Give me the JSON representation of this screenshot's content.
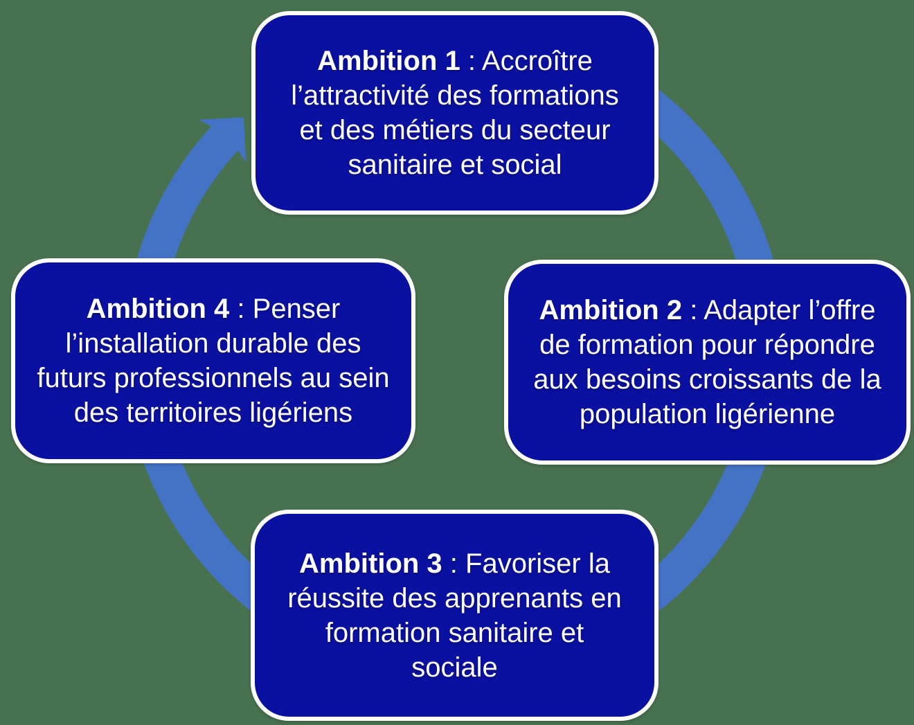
{
  "diagram": {
    "type": "cycle",
    "direction": "clockwise",
    "boxes": [
      {
        "id": 1,
        "bold": "Ambition 1",
        "rest": " : Accroître\nl’attractivité des formations\net des métiers du secteur\nsanitaire et social"
      },
      {
        "id": 2,
        "bold": "Ambition 2",
        "rest": " : Adapter l’offre\nde formation pour répondre\naux besoins croissants de la\npopulation ligérienne"
      },
      {
        "id": 3,
        "bold": "Ambition 3",
        "rest": " : Favoriser la\nréussite des apprenants en\nformation sanitaire et\nsociale"
      },
      {
        "id": 4,
        "bold": "Ambition 4",
        "rest": " : Penser\nl’installation durable des\nfuturs professionnels au sein\ndes territoires ligériens"
      }
    ],
    "colors": {
      "background": "#48724f",
      "box_fill": "#0a10a0",
      "box_border": "#ffffff",
      "ring": "#4472c4",
      "text": "#ffffff"
    }
  }
}
